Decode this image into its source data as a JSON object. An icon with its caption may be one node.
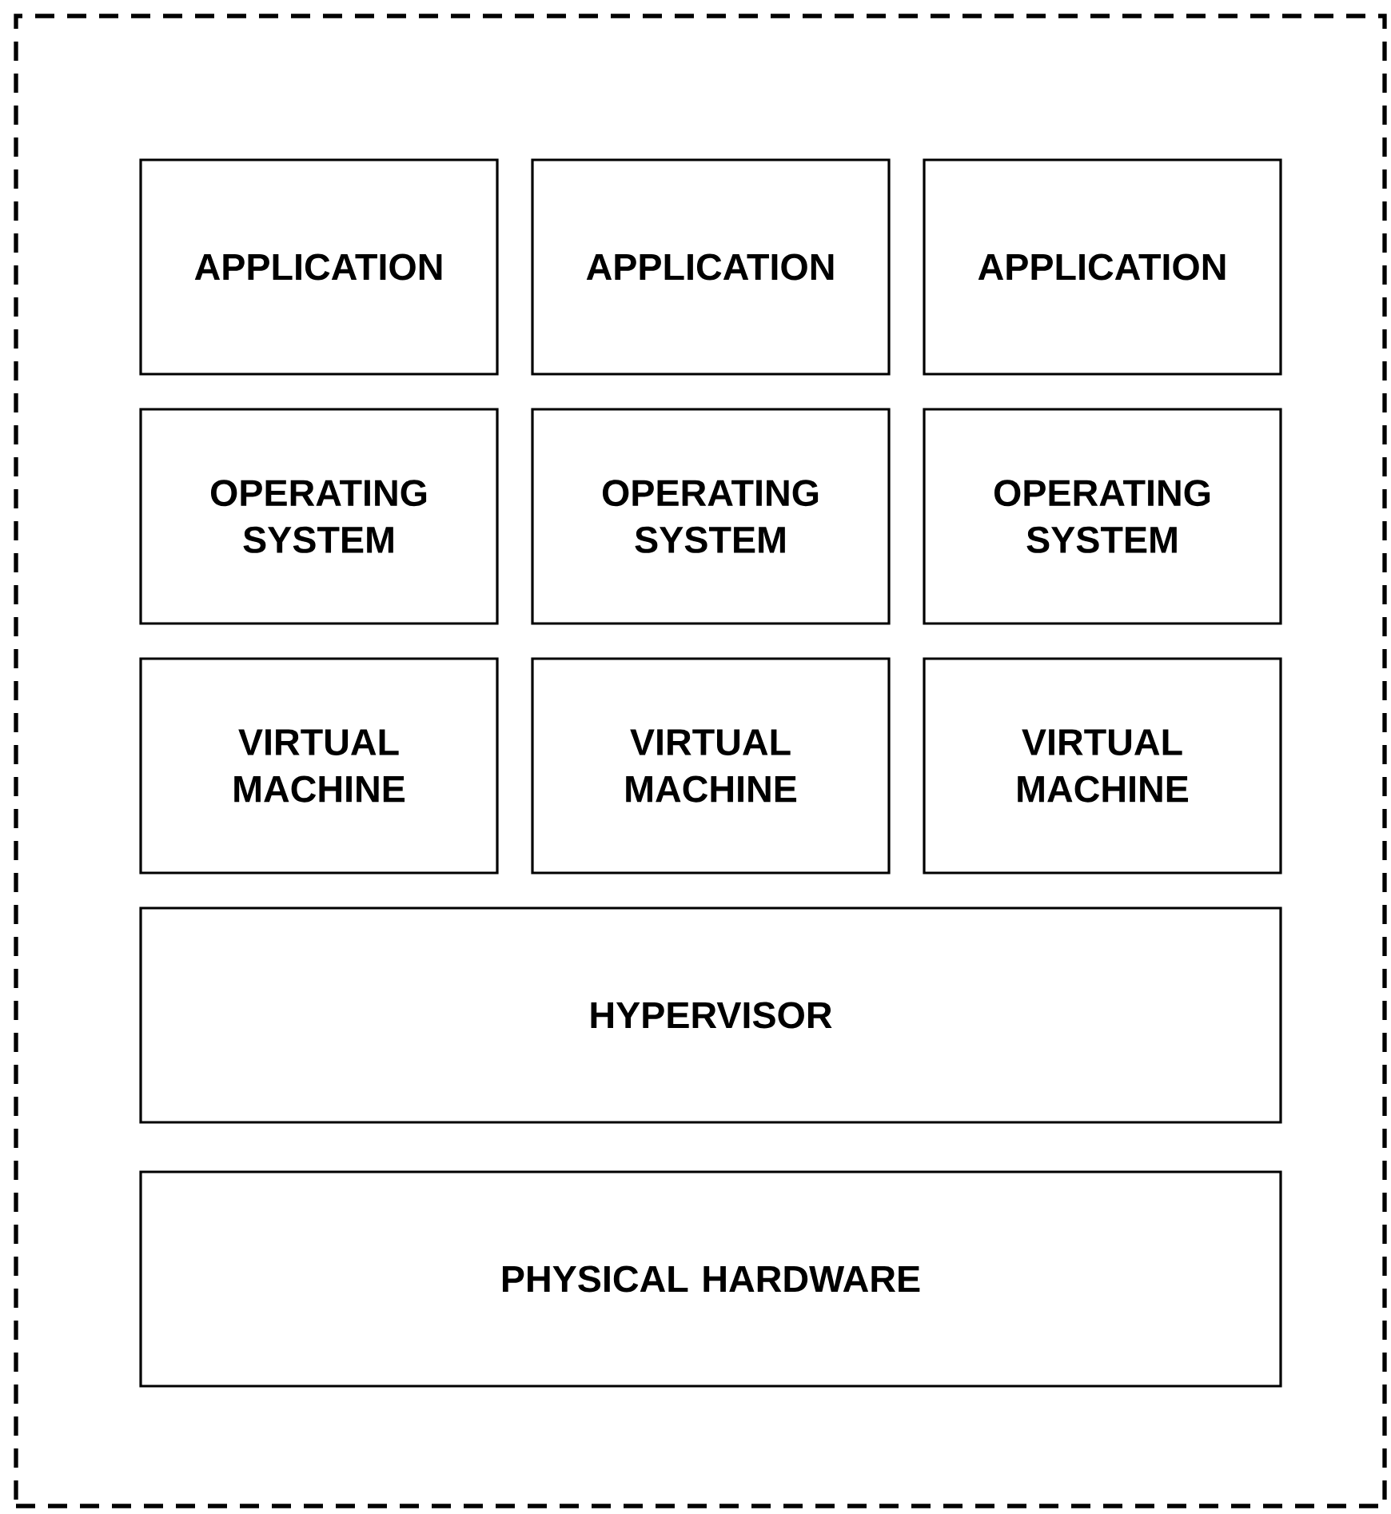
{
  "diagram": {
    "nodes": [
      {
        "text": [],
        "shape": "box"
      },
      {
        "text": [
          "APPLICATION"
        ],
        "in": 0
      },
      {
        "text": [
          "APPLICATION"
        ],
        "in": 0
      },
      {
        "text": [
          "APPLICATION"
        ],
        "in": 0
      },
      {
        "text": [
          "OPERATING SYSTEM"
        ],
        "in": 0
      },
      {
        "text": [
          "OPERATING SYSTEM"
        ],
        "in": 0
      },
      {
        "text": [
          "OPERATING SYSTEM"
        ],
        "in": 0
      },
      {
        "text": [
          "VIRTUAL MACHINE"
        ],
        "in": 0
      },
      {
        "text": [
          "VIRTUAL MACHINE"
        ],
        "in": 0
      },
      {
        "text": [
          "VIRTUAL MACHINE"
        ],
        "in": 0
      },
      {
        "text": [
          "HYPERVISOR"
        ],
        "in": 0
      },
      {
        "text": [
          "PHYSICAL HARDWARE"
        ],
        "in": 0
      }
    ]
  }
}
